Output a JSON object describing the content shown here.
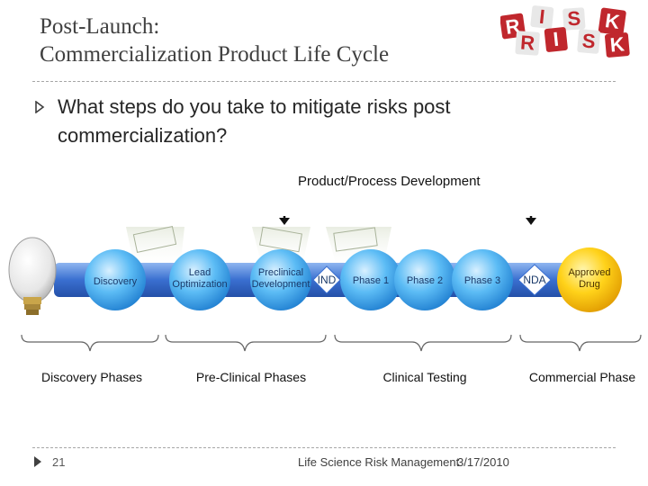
{
  "slide": {
    "title_line1": "Post-Launch:",
    "title_line2": "Commercialization Product Life Cycle",
    "bullet": "What steps do you take to mitigate risks post commercialization?"
  },
  "logo": {
    "letters": [
      "R",
      "I",
      "S",
      "K",
      "R",
      "I",
      "S",
      "K"
    ]
  },
  "diagram": {
    "top_label": "Product/Process Development",
    "stages": [
      "Discovery",
      "Lead Optimization",
      "Preclinical Development",
      "Phase 1",
      "Phase 2",
      "Phase 3",
      "Approved Drug"
    ],
    "gates": [
      "IND",
      "NDA"
    ],
    "phases": [
      "Discovery Phases",
      "Pre-Clinical Phases",
      "Clinical Testing",
      "Commercial Phase"
    ],
    "colors": {
      "bubble": "#2f9fe8",
      "approved": "#f5c400",
      "bar": "#3a6fd0"
    }
  },
  "footer": {
    "page": "21",
    "text": "Life Science Risk Management",
    "date": "3/17/2010"
  }
}
